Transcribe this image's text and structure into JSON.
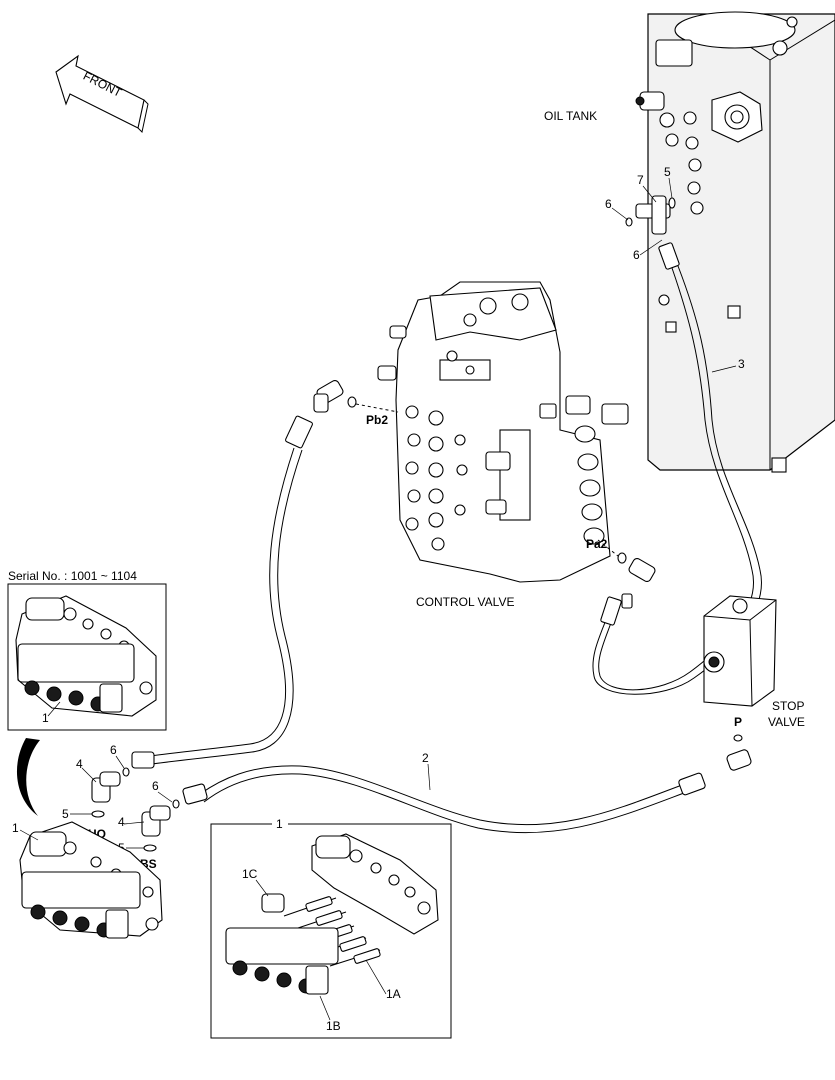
{
  "labels": {
    "front": "FRONT",
    "oil_tank": "OIL TANK",
    "control_valve": "CONTROL VALVE",
    "stop_valve_line1": "STOP",
    "stop_valve_line2": "VALVE",
    "serial_no": "Serial No. : 1001 ~ 1104",
    "port_pb2": "Pb2",
    "port_pa2": "Pa2",
    "port_p": "P",
    "port_ho": "HO",
    "port_bs": "BS"
  },
  "callouts": {
    "n1_inset": "1",
    "n1_main": "1",
    "n1_detail": "1",
    "n1a": "1A",
    "n1b": "1B",
    "n1c": "1C",
    "n2": "2",
    "n3": "3",
    "n4_ho": "4",
    "n4_bs": "4",
    "n5_ho": "5",
    "n5_bs": "5",
    "n5_tank": "5",
    "n6_ho": "6",
    "n6_bs": "6",
    "n6_tank_left": "6",
    "n6_tank_bottom": "6",
    "n7": "7"
  },
  "colors": {
    "ink": "#000000",
    "background": "#ffffff",
    "tank_fill": "#f2f2f2"
  }
}
